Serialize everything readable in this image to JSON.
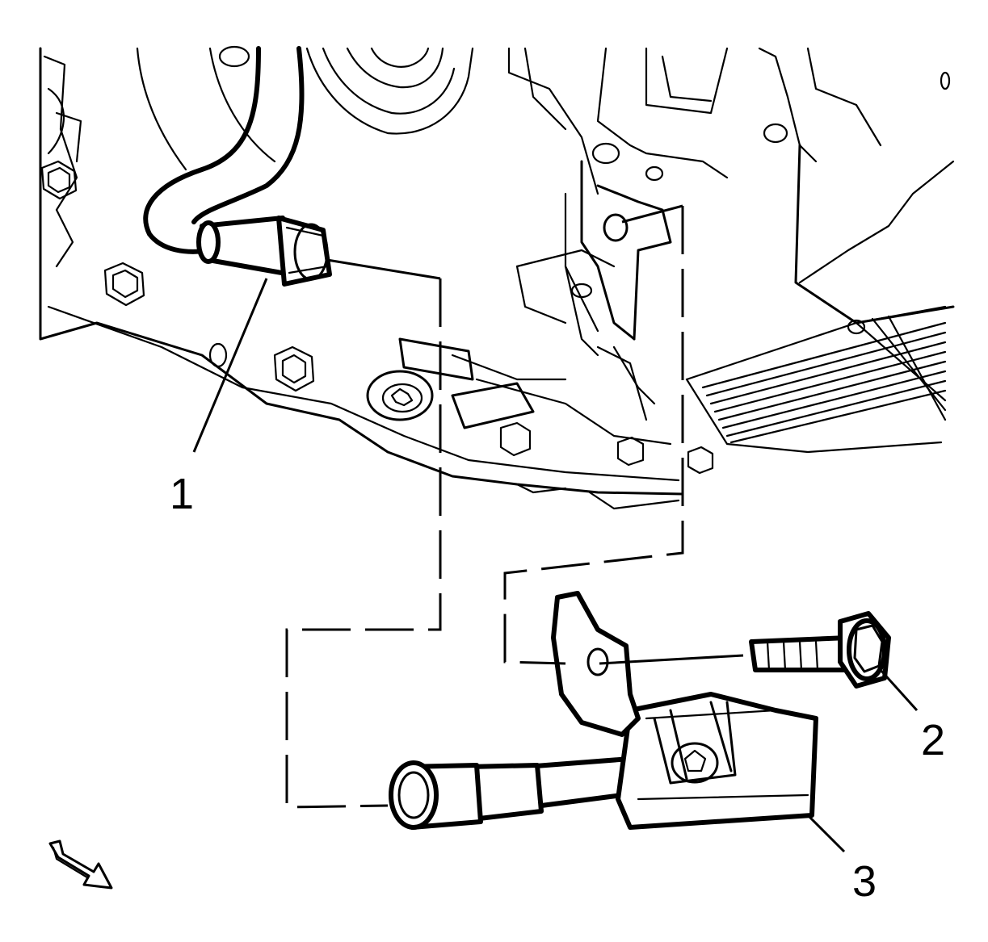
{
  "diagram": {
    "callouts": [
      {
        "id": "1",
        "label": "1"
      },
      {
        "id": "2",
        "label": "2"
      },
      {
        "id": "3",
        "label": "3"
      }
    ],
    "icons": {
      "view_direction": "view-direction-arrow-icon"
    }
  }
}
